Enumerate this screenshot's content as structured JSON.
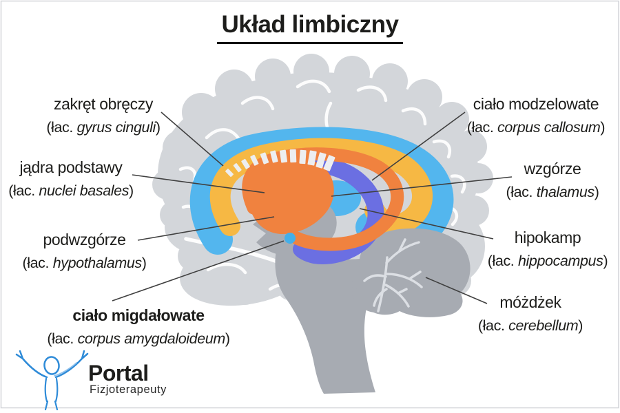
{
  "title": "Układ limbiczny",
  "labels": {
    "left": [
      {
        "name": "zakręt obręczy",
        "latin_open": "(łac.",
        "latin_term": "gyrus cinguli",
        "latin_close": ")"
      },
      {
        "name": "jądra podstawy",
        "latin_open": "(łac.",
        "latin_term": "nuclei basales",
        "latin_close": ")"
      },
      {
        "name": "podwzgórze",
        "latin_open": "(łac.",
        "latin_term": "hypothalamus",
        "latin_close": ")"
      },
      {
        "name": "ciało migdałowate",
        "latin_open": "(łac.",
        "latin_term": "corpus amygdaloideum",
        "latin_close": ")"
      }
    ],
    "right": [
      {
        "name": "ciało modzelowate",
        "latin_open": "(łac.",
        "latin_term": "corpus callosum",
        "latin_close": ")"
      },
      {
        "name": "wzgórze",
        "latin_open": "(łac.",
        "latin_term": "thalamus",
        "latin_close": ")"
      },
      {
        "name": "hipokamp",
        "latin_open": "(łac.",
        "latin_term": "hippocampus",
        "latin_close": ")"
      },
      {
        "name": "móżdżek",
        "latin_open": "(łac.",
        "latin_term": "cerebellum",
        "latin_close": ")"
      }
    ]
  },
  "logo": {
    "brand": "Portal",
    "subtitle": "Fizjoterapeuty",
    "icon": "raised-arms-figure-icon"
  },
  "colors": {
    "cingulate_blue": "#53B6EE",
    "corpus_callosum_yellow": "#F6B844",
    "basal_nuclei_orange": "#F0823F",
    "hippocampus_purple": "#6B6FE2",
    "amygdala_cyan": "#44AFE9",
    "logo_blue": "#2E8BD8"
  }
}
